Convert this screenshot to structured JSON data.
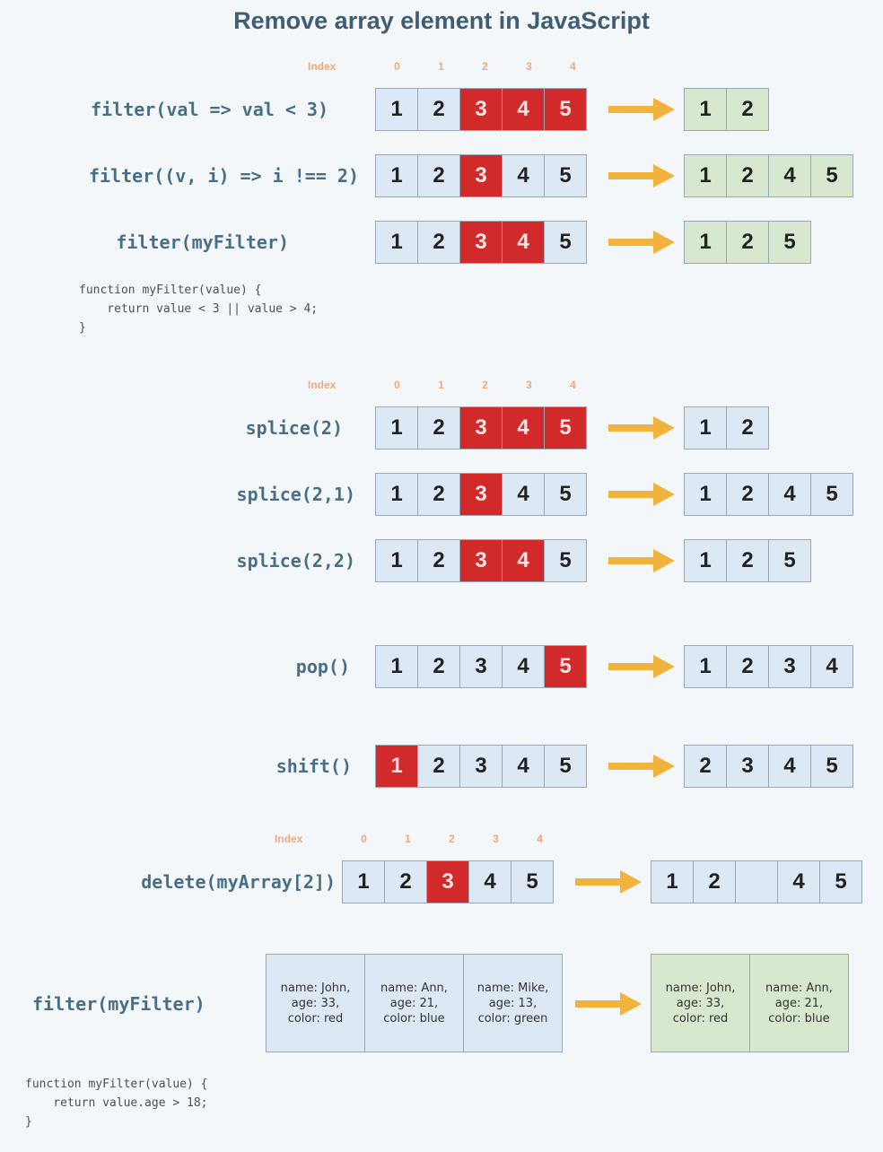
{
  "title": "Remove array element in JavaScript",
  "index": {
    "label": "Index",
    "numbers": [
      "0",
      "1",
      "2",
      "3",
      "4"
    ]
  },
  "rows": [
    {
      "code": "filter(val => val < 3)",
      "input": [
        "1",
        "2",
        "3",
        "4",
        "5"
      ],
      "removed": [
        2,
        3,
        4
      ],
      "output": [
        "1",
        "2"
      ]
    },
    {
      "code": "filter((v, i) => i !== 2)",
      "input": [
        "1",
        "2",
        "3",
        "4",
        "5"
      ],
      "removed": [
        2
      ],
      "output": [
        "1",
        "2",
        "4",
        "5"
      ]
    },
    {
      "code": "filter(myFilter)",
      "input": [
        "1",
        "2",
        "3",
        "4",
        "5"
      ],
      "removed": [
        2,
        3
      ],
      "output": [
        "1",
        "2",
        "5"
      ]
    },
    {
      "code": "splice(2)",
      "input": [
        "1",
        "2",
        "3",
        "4",
        "5"
      ],
      "removed": [
        2,
        3,
        4
      ],
      "output": [
        "1",
        "2"
      ]
    },
    {
      "code": "splice(2,1)",
      "input": [
        "1",
        "2",
        "3",
        "4",
        "5"
      ],
      "removed": [
        2
      ],
      "output": [
        "1",
        "2",
        "4",
        "5"
      ]
    },
    {
      "code": "splice(2,2)",
      "input": [
        "1",
        "2",
        "3",
        "4",
        "5"
      ],
      "removed": [
        2,
        3
      ],
      "output": [
        "1",
        "2",
        "5"
      ]
    },
    {
      "code": "pop()",
      "input": [
        "1",
        "2",
        "3",
        "4",
        "5"
      ],
      "removed": [
        4
      ],
      "output": [
        "1",
        "2",
        "3",
        "4"
      ]
    },
    {
      "code": "shift()",
      "input": [
        "1",
        "2",
        "3",
        "4",
        "5"
      ],
      "removed": [
        0
      ],
      "output": [
        "2",
        "3",
        "4",
        "5"
      ]
    },
    {
      "code": "delete(myArray[2])",
      "input": [
        "1",
        "2",
        "3",
        "4",
        "5"
      ],
      "removed": [
        2
      ],
      "output": [
        "1",
        "2",
        "",
        "4",
        "5"
      ]
    }
  ],
  "snippet1": "function myFilter(value) {\n    return value < 3 || value > 4;\n}",
  "objects": {
    "code": "filter(myFilter)",
    "input": [
      [
        "name: John,",
        "age: 33,",
        "color: red"
      ],
      [
        "name: Ann,",
        "age: 21,",
        "color: blue"
      ],
      [
        "name: Mike,",
        "age: 13,",
        "color: green"
      ]
    ],
    "output": [
      [
        "name: John,",
        "age: 33,",
        "color: red"
      ],
      [
        "name: Ann,",
        "age: 21,",
        "color: blue"
      ]
    ]
  },
  "snippet2": "function myFilter(value) {\n    return value.age > 18;\n}",
  "colors": {
    "removed": "#d22a2a",
    "input": "#dde8f5",
    "result": "#d8e8cf",
    "arrow": "#f2b33d",
    "code": "#486f88"
  }
}
